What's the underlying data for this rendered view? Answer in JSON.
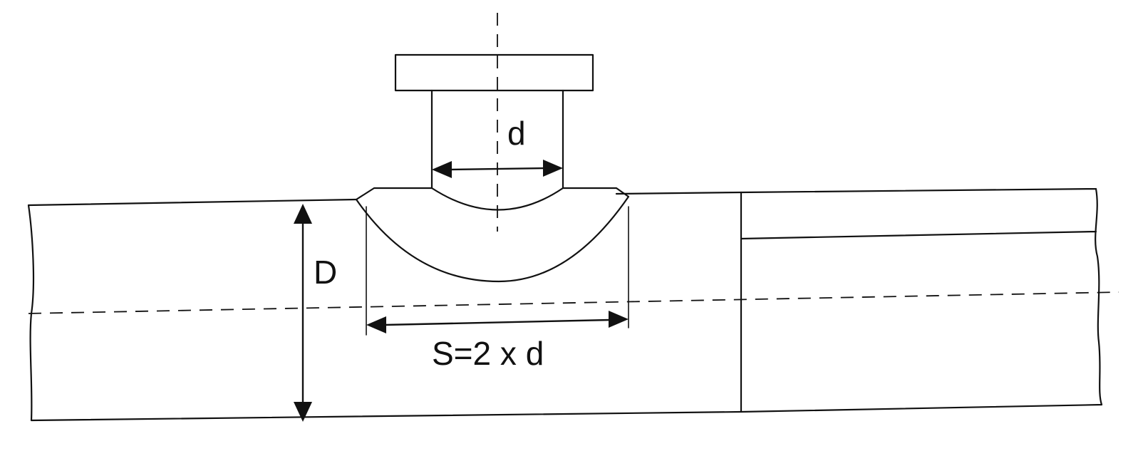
{
  "labels": {
    "branch_diameter": "d",
    "header_diameter": "D",
    "saddle_span": "S=2 x d"
  },
  "colors": {
    "line": "#111111",
    "background": "#ffffff"
  }
}
